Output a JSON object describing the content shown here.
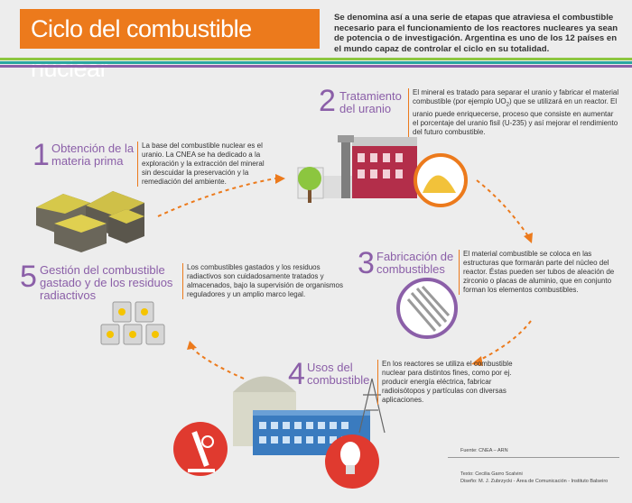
{
  "title": "Ciclo del combustible nuclear",
  "intro": "Se denomina así a una serie de etapas que atraviesa el combustible necesario para el funcionamiento de los reactores nucleares ya sean de potencia o de investigación. Argentina es uno de los 12 países en el mundo capaz de controlar el ciclo en su totalidad.",
  "colors": {
    "accent_orange": "#ec7a1c",
    "accent_purple": "#8b5fa8",
    "stripe_green": "#8cc63f",
    "stripe_teal": "#2aa7a0",
    "icon_red": "#e03a2f"
  },
  "steps": [
    {
      "number": "1",
      "title_l1": "Obtención de la",
      "title_l2": "materia prima",
      "text": "La base del combustible nuclear es el uranio. La CNEA se ha dedicado a la exploración y la extracción del mineral sin descuidar la preservación y la remediación del ambiente."
    },
    {
      "number": "2",
      "title_l1": "Tratamiento",
      "title_l2": "del uranio",
      "text_pre": "El mineral es tratado para separar el uranio y fabricar el material combustible (por ejemplo UO",
      "text_sub": "2",
      "text_post": ") que se utilizará en un reactor. El uranio puede enriquecerse, proceso que consiste en aumentar el porcentaje del uranio fisil (U-235) y así mejorar el rendimiento del futuro combustible."
    },
    {
      "number": "3",
      "title_l1": "Fabricación de",
      "title_l2": "combustibles",
      "text": "El material combustible se coloca en las estructuras que formarán parte del núcleo del reactor. Éstas pueden ser tubos de aleación de zirconio o placas de aluminio, que en conjunto forman los elementos combustibles."
    },
    {
      "number": "4",
      "title_l1": "Usos del",
      "title_l2": "combustible",
      "text": "En los reactores se utiliza el combustible nuclear para distintos fines, como por ej. producir energía eléctrica, fabricar radioisótopos y partículas con diversas aplicaciones."
    },
    {
      "number": "5",
      "title_l1": "Gestión del combustible",
      "title_l2": "gastado y de los residuos",
      "title_l3": "radiactivos",
      "text": "Los combustibles gastados y los residuos radiactivos son cuidadosamente tratados y almacenados, bajo la supervisión de organismos reguladores y un amplio marco legal."
    }
  ],
  "footer": {
    "source": "Fuente: CNEA – ARN",
    "text_credit": "Texto: Cecilia Garro Scalvini",
    "design_credit": "Diseño: M. J. Zubrzycki - Área de Comunicación - Instituto Balseiro"
  },
  "icons": [
    "uranium-ore-icon",
    "factory-icon",
    "tree-icon",
    "yellowcake-icon",
    "fuel-rods-icon",
    "nuclear-plant-icon",
    "microscope-icon",
    "lightbulb-icon",
    "waste-barrels-icon",
    "power-tower-icon"
  ]
}
